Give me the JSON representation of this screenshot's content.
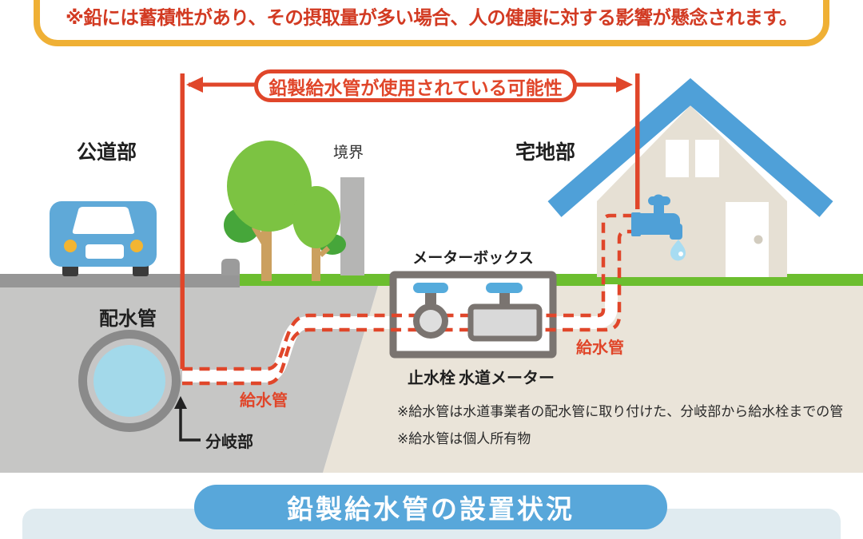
{
  "top_banner": {
    "text": "※鉛には蓄積性があり、その摂取量が多い場合、人の健康に対する影響が懸念されます。"
  },
  "arrow_banner": {
    "label": "鉛製給水管が使用されている可能性"
  },
  "zone_labels": {
    "public_road": "公道部",
    "boundary": "境界",
    "residential": "宅地部"
  },
  "diagram_labels": {
    "distribution_pipe": "配水管",
    "meter_box": "メーターボックス",
    "stop_valve": "止水栓",
    "water_meter": "水道メーター",
    "supply_pipe_left": "給水管",
    "supply_pipe_right": "給水管",
    "branch_point": "分岐部"
  },
  "notes": [
    "※給水管は水道事業者の配水管に取り付けた、分岐部から給水栓までの管",
    "※給水管は個人所有物"
  ],
  "bottom_banner": {
    "title": "鉛製給水管の設置状況"
  },
  "colors": {
    "accent_red": "#E0462A",
    "warning_text_red": "#D23A22",
    "banner_border_yellow": "#EFB035",
    "bottom_pill_blue": "#58A7DA",
    "bottom_card_blue": "#E0EBF0",
    "grass_green": "#6CBE2F",
    "underground_gray": "#C6C6C5",
    "underground_beige": "#EAE4D9",
    "house_roof_blue": "#4FA0D8",
    "water_blue": "#A3D9EA"
  },
  "icon_names": {
    "car": "car-icon",
    "tree": "tree-icon",
    "house": "house-icon",
    "faucet": "faucet-icon",
    "water_drop": "water-drop-icon"
  }
}
